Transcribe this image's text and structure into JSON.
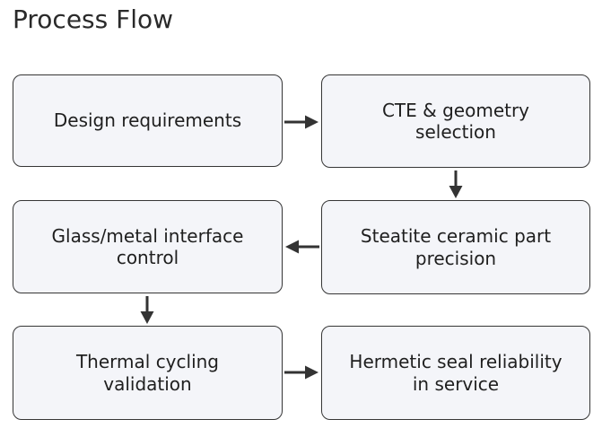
{
  "title": "Process Flow",
  "colors": {
    "background": "#ffffff",
    "node_fill": "#f4f5f9",
    "node_border": "#363636",
    "arrow": "#333333",
    "text": "#1f1f1f",
    "title_text": "#2a2a2a"
  },
  "nodes": [
    {
      "id": "design-requirements",
      "label": "Design requirements"
    },
    {
      "id": "cte-geometry-selection",
      "label": "CTE & geometry\nselection"
    },
    {
      "id": "glass-metal-interface-control",
      "label": "Glass/metal interface\ncontrol"
    },
    {
      "id": "steatite-ceramic-part-precision",
      "label": "Steatite ceramic part\nprecision"
    },
    {
      "id": "thermal-cycling-validation",
      "label": "Thermal cycling\nvalidation"
    },
    {
      "id": "hermetic-seal-reliability",
      "label": "Hermetic seal reliability\nin service"
    }
  ],
  "edges": [
    {
      "from": "design-requirements",
      "to": "cte-geometry-selection",
      "direction": "right"
    },
    {
      "from": "cte-geometry-selection",
      "to": "steatite-ceramic-part-precision",
      "direction": "down"
    },
    {
      "from": "steatite-ceramic-part-precision",
      "to": "glass-metal-interface-control",
      "direction": "left"
    },
    {
      "from": "glass-metal-interface-control",
      "to": "thermal-cycling-validation",
      "direction": "down"
    },
    {
      "from": "thermal-cycling-validation",
      "to": "hermetic-seal-reliability",
      "direction": "right"
    }
  ]
}
